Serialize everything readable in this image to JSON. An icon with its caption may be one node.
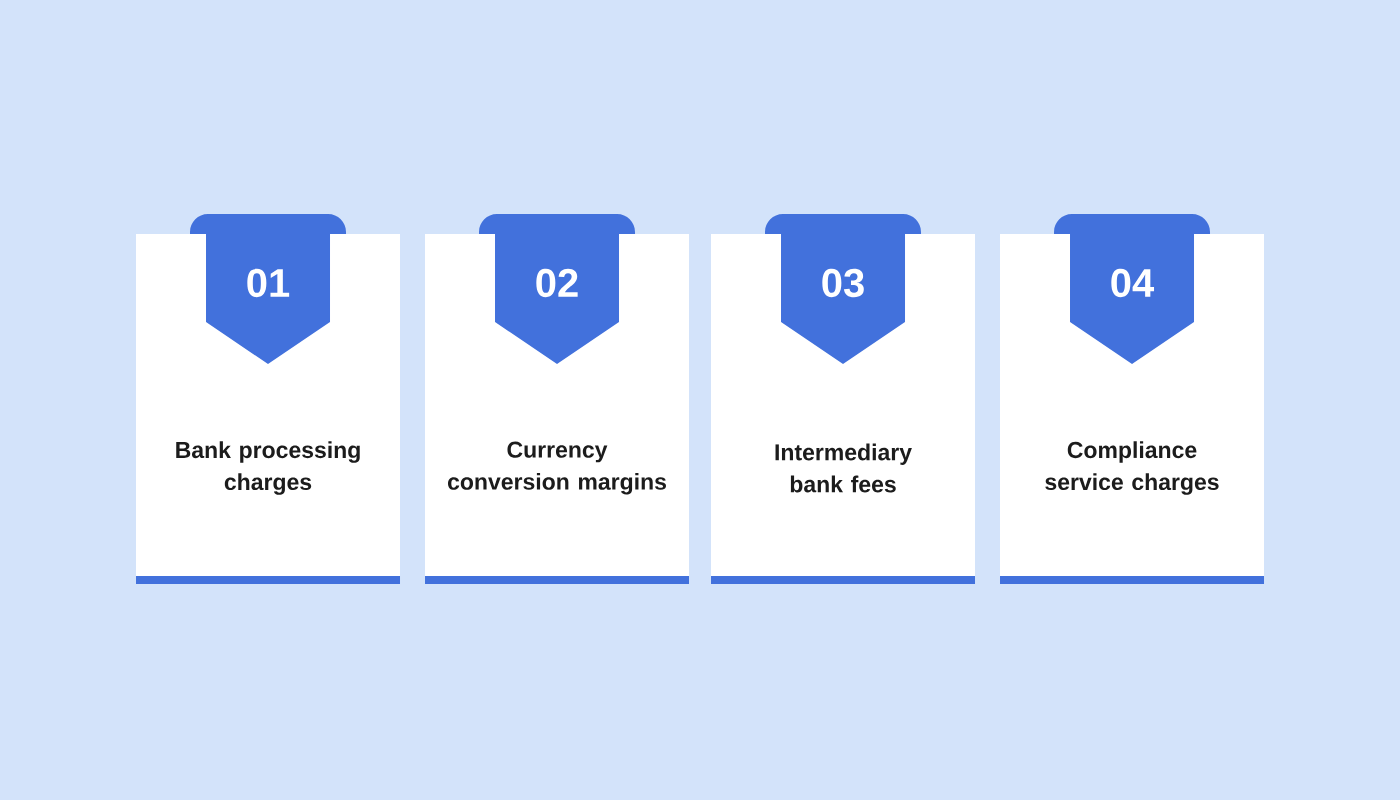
{
  "diagram": {
    "nodes": [
      {
        "text": [
          "01"
        ]
      },
      {
        "text": [
          "Bank processing charges"
        ]
      },
      {
        "text": [
          "02"
        ]
      },
      {
        "text": [
          "Currency conversion margins"
        ]
      },
      {
        "text": [
          "03"
        ]
      },
      {
        "text": [
          "Intermediary bank fees"
        ]
      },
      {
        "text": [
          "04"
        ]
      },
      {
        "text": [
          "Compliance service charges"
        ]
      }
    ]
  }
}
